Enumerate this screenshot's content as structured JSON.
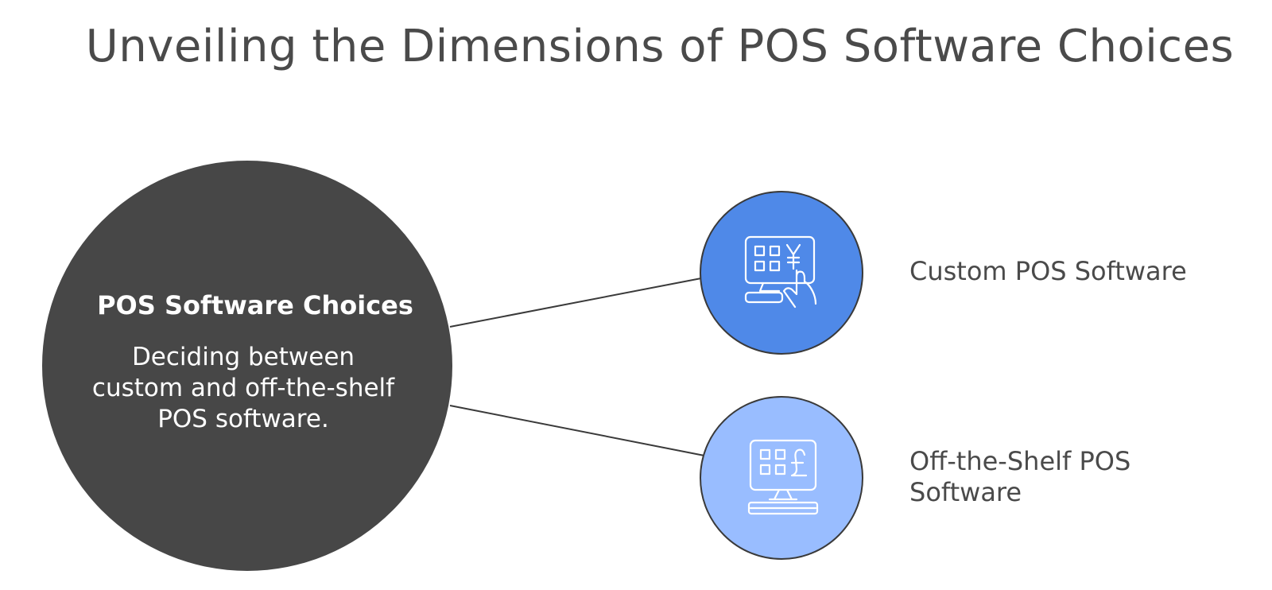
{
  "title": "Unveiling the Dimensions of POS Software Choices",
  "center": {
    "heading": "POS Software Choices",
    "description": "Deciding between custom and off-the-shelf POS software."
  },
  "branches": [
    {
      "label": "Custom POS Software",
      "icon": "touchscreen-yen-pos-icon",
      "color": "#4f89e8"
    },
    {
      "label": "Off-the-Shelf POS Software",
      "icon": "monitor-pound-pos-icon",
      "color": "#99bdff"
    }
  ],
  "colors": {
    "center_circle": "#474747",
    "text": "#4a4a4a",
    "connector": "#3a3a3a"
  }
}
